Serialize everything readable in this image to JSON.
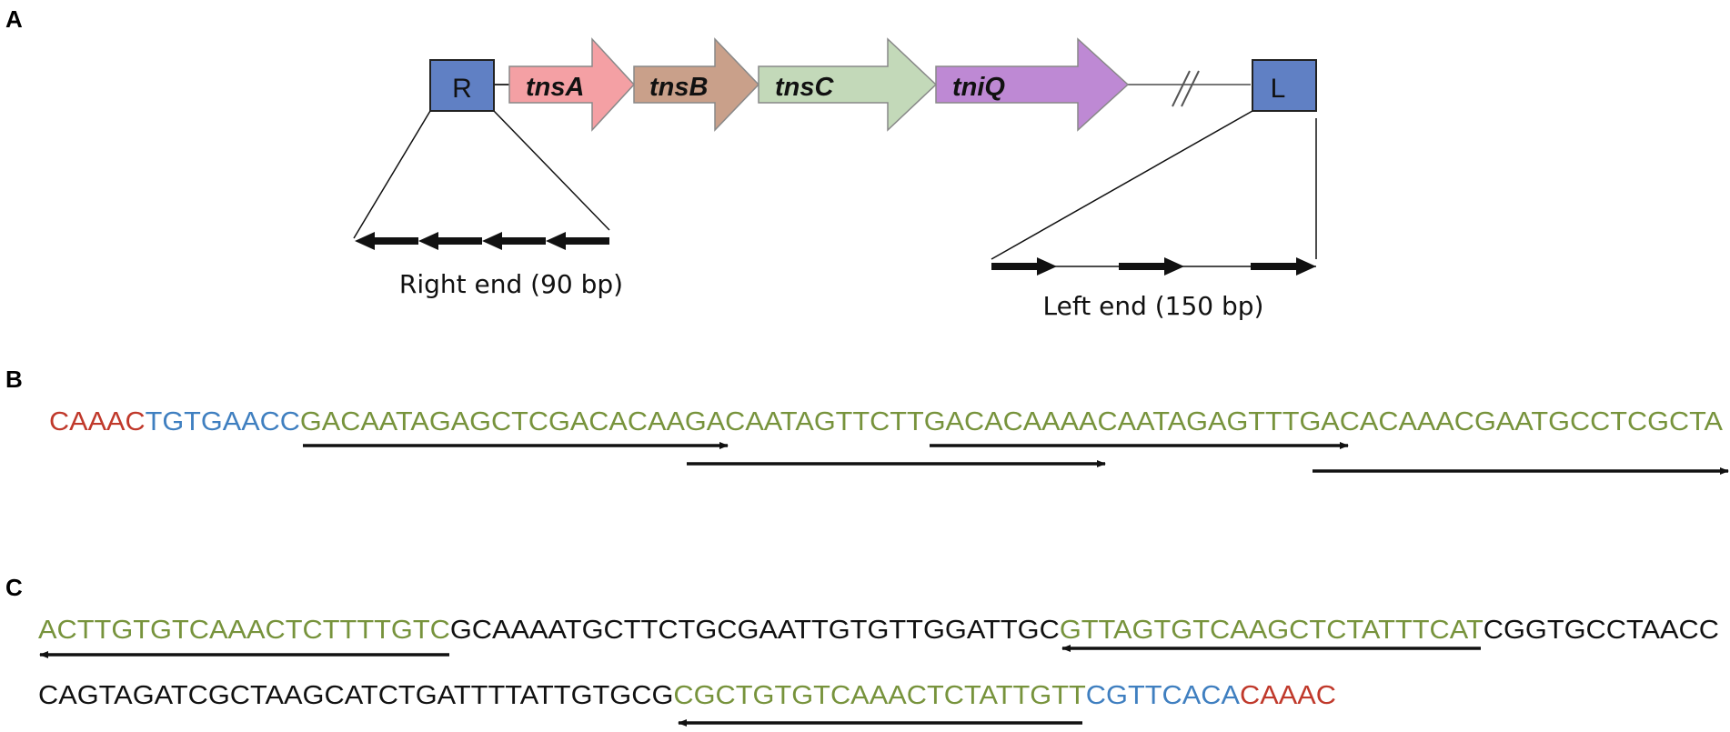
{
  "panels": {
    "a": "A",
    "b": "B",
    "c": "C"
  },
  "colors": {
    "red": "#c0392b",
    "blue": "#3f7fc0",
    "green": "#77933c",
    "black": "#111111",
    "box": "#6080c4",
    "tnsA": "#f4a0a4",
    "tnsB": "#c9a08a",
    "tnsC": "#c3d9b9",
    "tniQ": "#be89d4"
  },
  "diagram": {
    "right_box": "R",
    "left_box": "L",
    "genes": [
      "tnsA",
      "tnsB",
      "tnsC",
      "tniQ"
    ],
    "break_mark": "//",
    "right_end_label": "Right end (90 bp)",
    "left_end_label": "Left end (150 bp)"
  },
  "sequences": {
    "b": [
      {
        "text": "CAAAC",
        "color": "red"
      },
      {
        "text": "TGTGAACC",
        "color": "blue"
      },
      {
        "text": "GACAATAGAGCTCGACACAAGACAATAGTTCTTGACACAAAACAATAGAGTTTGACACAAACGAATGCCTCGCTA",
        "color": "green"
      }
    ],
    "c1": [
      {
        "text": "ACTTGTGTCAAACTCTTTTGTC",
        "color": "green"
      },
      {
        "text": "GCAAAATGCTTCTGCGAATTGTGTTGGATTGC",
        "color": "black"
      },
      {
        "text": "GTTAGTGTCAAGCTCTATTTCAT",
        "color": "green"
      },
      {
        "text": "CGGTGCCTAACC",
        "color": "black"
      }
    ],
    "c2": [
      {
        "text": "CAGTAGATCGCTAAGCATCTGATTTTATTGTGCG",
        "color": "black"
      },
      {
        "text": "CGCTGTGTCAAACTCTATTGTT",
        "color": "green"
      },
      {
        "text": "CGTTCACA",
        "color": "blue"
      },
      {
        "text": "CAAAC",
        "color": "red"
      }
    ]
  }
}
